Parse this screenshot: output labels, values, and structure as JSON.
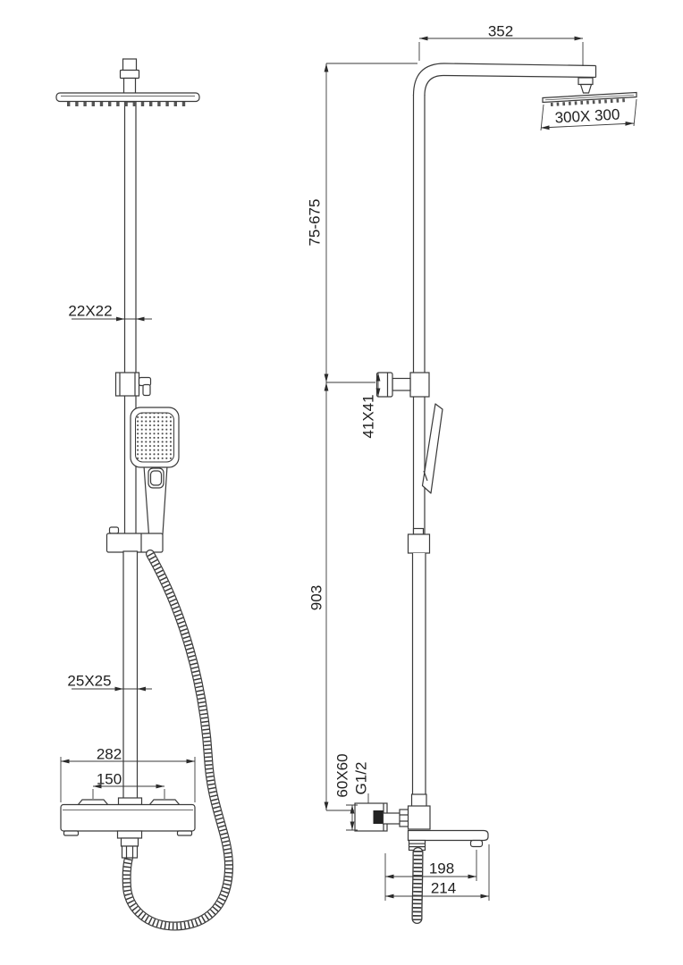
{
  "page": {
    "background": "#ffffff"
  },
  "drawing": {
    "line_color": "#3a3a3a",
    "handle_fill": "#222222",
    "front_view": {
      "dims": {
        "pipe_upper": "22X22",
        "pipe_lower": "25X25",
        "body_width": "282",
        "inlet_spacing": "150"
      }
    },
    "side_view": {
      "dims": {
        "arm_reach": "352",
        "head_size": "300X 300",
        "height_adjust_range": "75-675",
        "bracket_size": "41X41",
        "riser_height": "903",
        "flange_size": "60X60",
        "thread_size": "G1/2",
        "spout_reach": "198",
        "spout_overall_reach": "214"
      }
    }
  }
}
